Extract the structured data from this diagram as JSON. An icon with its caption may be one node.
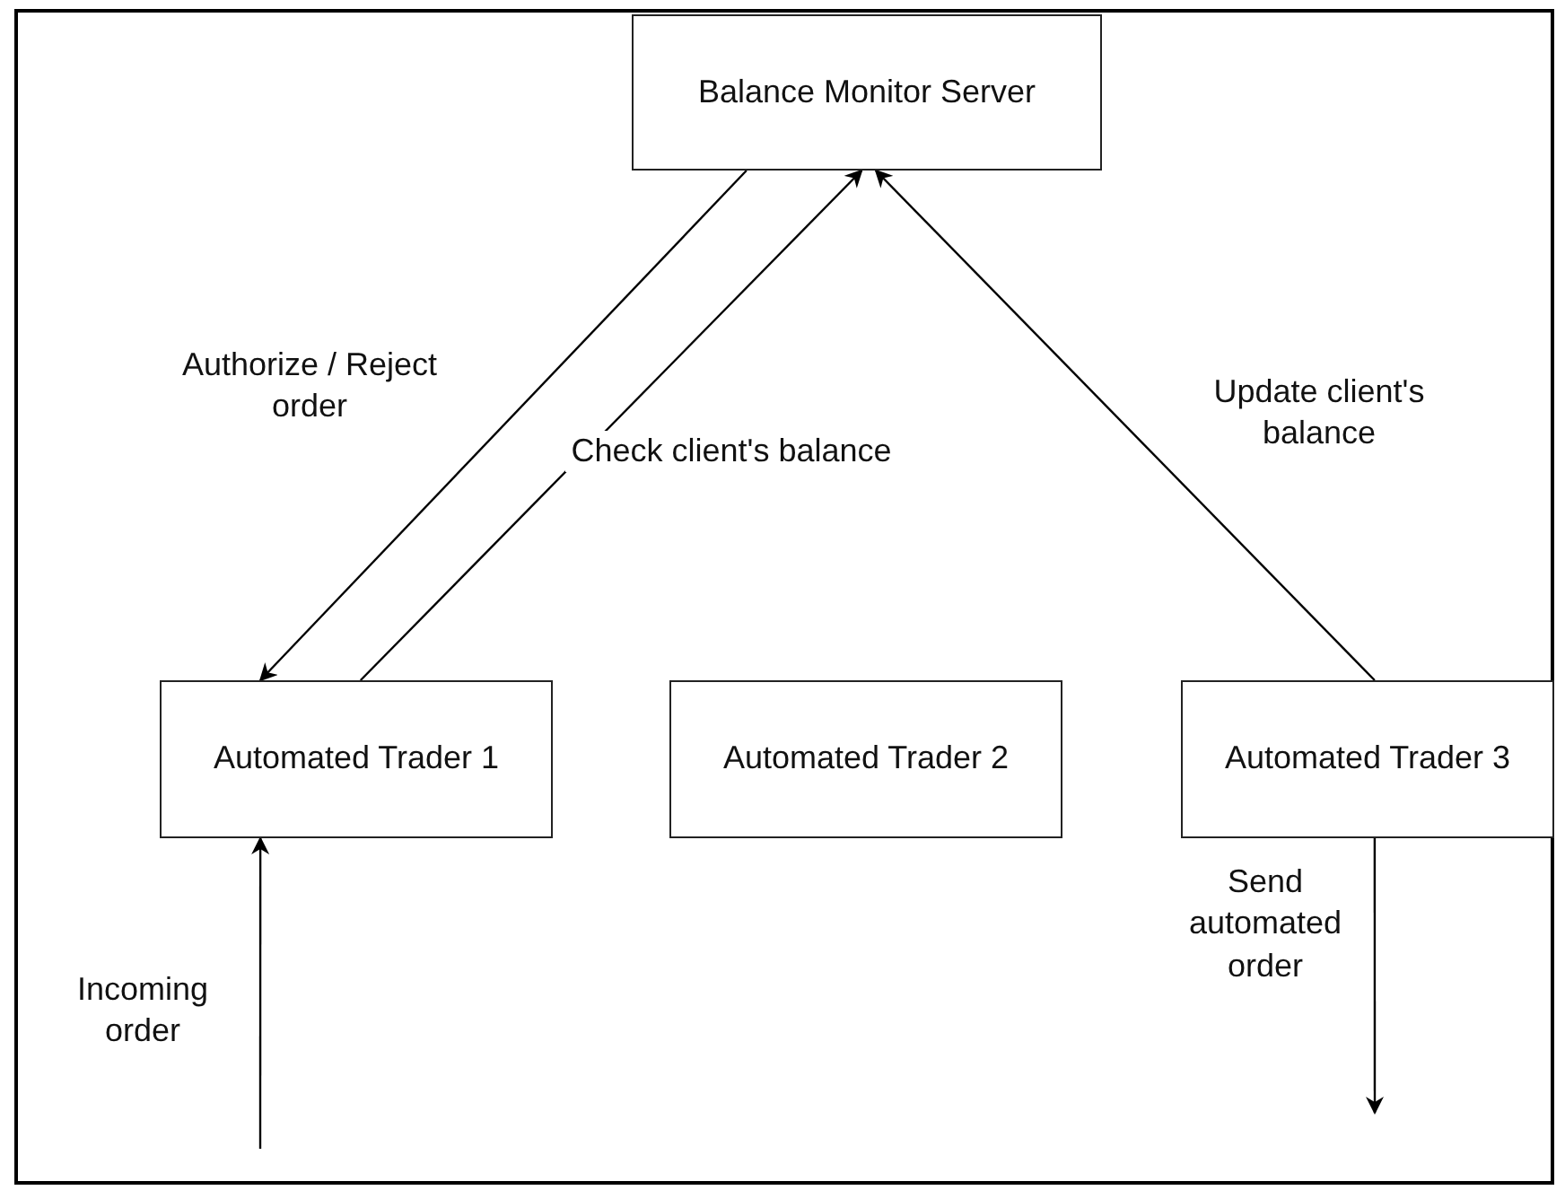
{
  "diagram": {
    "nodes": [
      {
        "text": [
          "Balance Monitor Server"
        ]
      },
      {
        "text": [
          "Automated Trader 1"
        ]
      },
      {
        "text": [
          "Automated Trader 2"
        ]
      },
      {
        "text": [
          "Automated Trader 3"
        ]
      }
    ],
    "edges": [
      {
        "from": 0,
        "to": 1,
        "arrow": "to",
        "label": "Authorize / Reject order"
      },
      {
        "from": 1,
        "to": 0,
        "arrow": "to",
        "label": "Check client's balance"
      },
      {
        "from": 3,
        "to": 0,
        "arrow": "to",
        "label": "Update client's balance"
      },
      {
        "from": null,
        "to": 1,
        "arrow": "to",
        "label": "Incoming order"
      },
      {
        "from": 3,
        "to": null,
        "arrow": "to",
        "label": "Send automated order"
      }
    ]
  }
}
